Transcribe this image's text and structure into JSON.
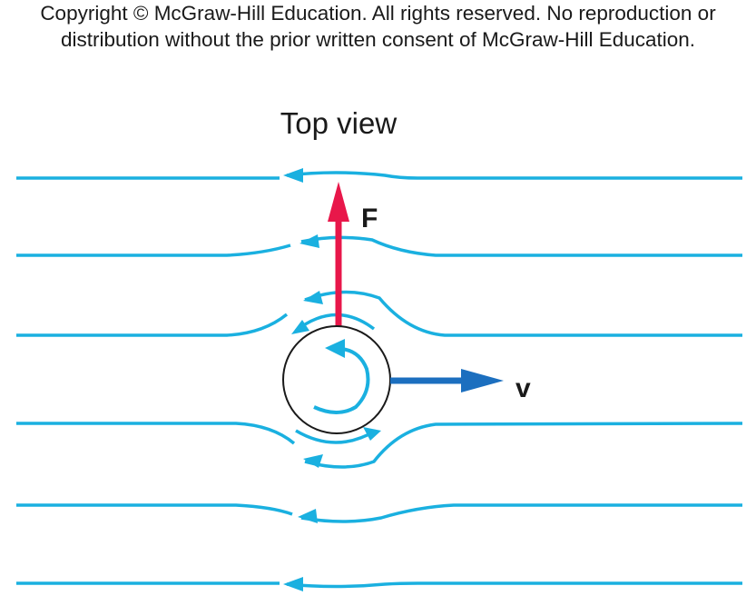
{
  "copyright": {
    "line1": "Copyright © McGraw-Hill Education.  All rights reserved. No reproduction or",
    "line2": "distribution without the prior written consent of McGraw-Hill Education."
  },
  "diagram": {
    "title": "Top view",
    "force_label": "F",
    "velocity_label": "v",
    "colors": {
      "flow": "#1ab0e0",
      "force": "#e8174a",
      "velocity": "#1c6fbf",
      "ball": "#1a1a1a",
      "text": "#1a1a1a"
    }
  }
}
